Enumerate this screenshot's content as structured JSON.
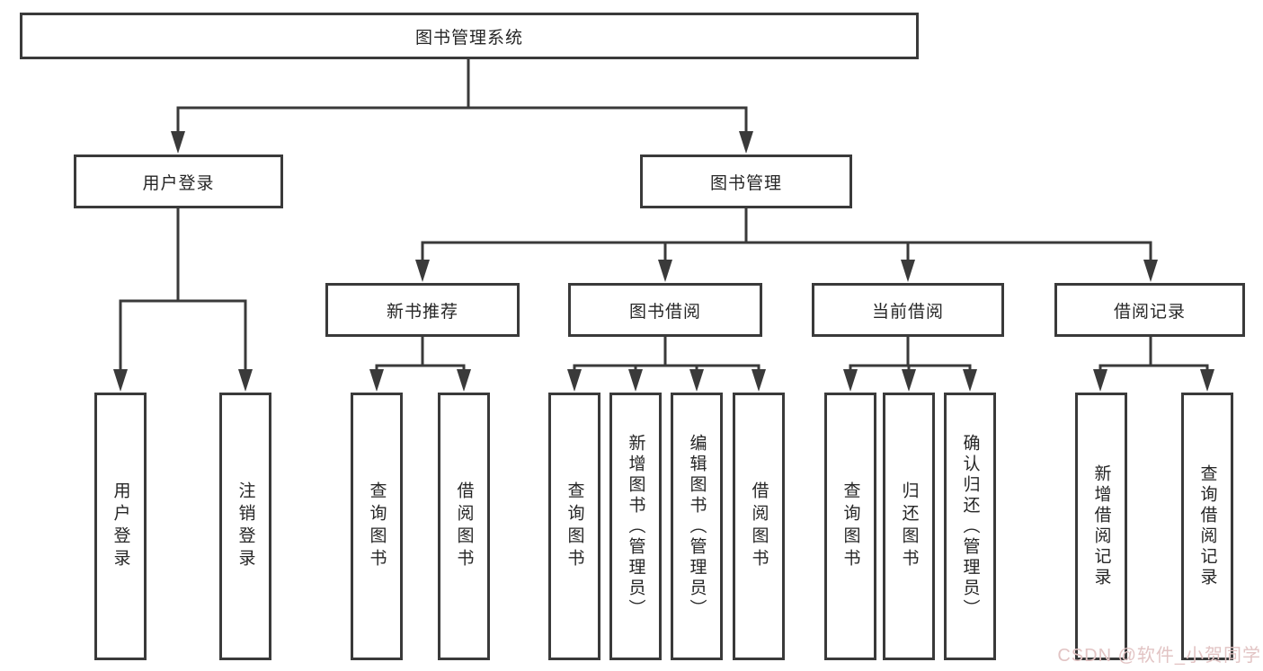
{
  "diagram_title": "图书管理系统",
  "tree": {
    "label": "图书管理系统",
    "children": [
      {
        "label": "用户登录",
        "children": [
          {
            "label": "用户登录"
          },
          {
            "label": "注销登录"
          }
        ]
      },
      {
        "label": "图书管理",
        "children": [
          {
            "label": "新书推荐",
            "children": [
              {
                "label": "查询图书"
              },
              {
                "label": "借阅图书"
              }
            ]
          },
          {
            "label": "图书借阅",
            "children": [
              {
                "label": "查询图书"
              },
              {
                "label": "新增图书（管理员）"
              },
              {
                "label": "编辑图书（管理员）"
              },
              {
                "label": "借阅图书"
              }
            ]
          },
          {
            "label": "当前借阅",
            "children": [
              {
                "label": "查询图书"
              },
              {
                "label": "归还图书"
              },
              {
                "label": "确认归还（管理员）"
              }
            ]
          },
          {
            "label": "借阅记录",
            "children": [
              {
                "label": "新增借阅记录"
              },
              {
                "label": "查询借阅记录"
              }
            ]
          }
        ]
      }
    ]
  },
  "watermark": {
    "text": "CSDN @软件_小贺同学"
  },
  "colors": {
    "line": "#3a3a3a",
    "box_border": "#3a3a3a",
    "text": "#262626",
    "watermark": "#e2c4c4",
    "background": "#ffffff"
  }
}
